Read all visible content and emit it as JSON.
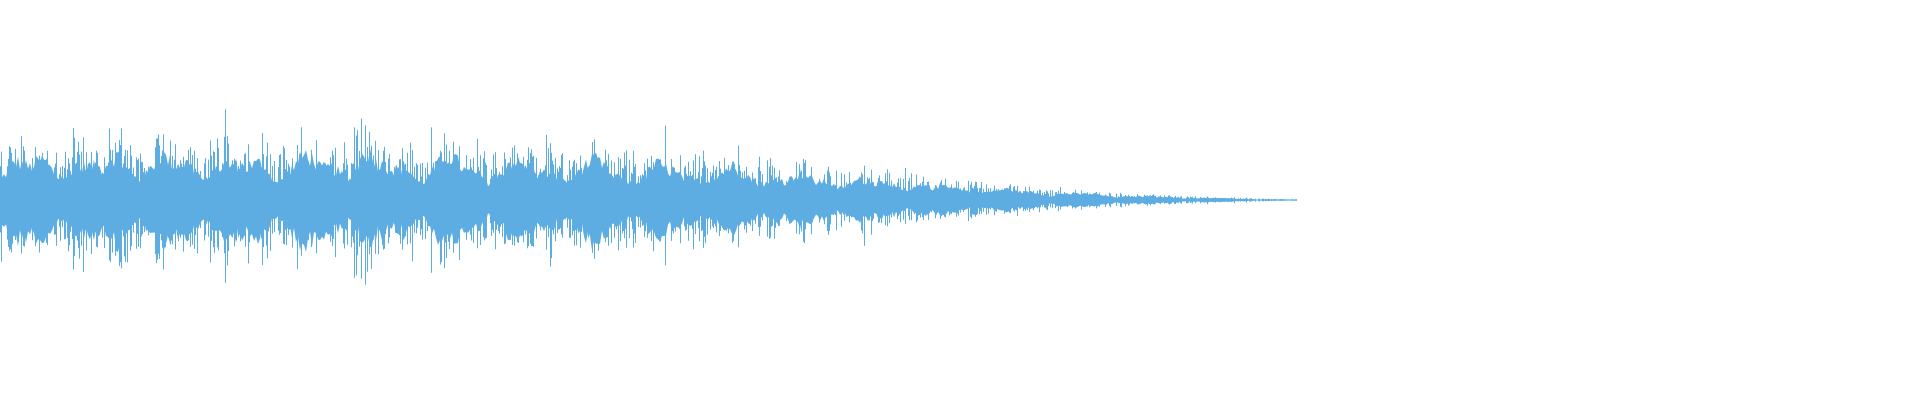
{
  "waveform": {
    "color": "#5dade2",
    "background": "#ffffff",
    "peak_level": 1.0,
    "envelope": [
      0.6,
      0.78,
      0.55,
      0.7,
      0.48,
      0.74,
      0.66,
      0.52,
      0.8,
      0.58,
      0.62,
      0.84,
      0.57,
      0.69,
      0.5,
      0.76,
      0.63,
      0.55,
      0.72,
      0.49,
      0.67,
      0.81,
      0.54,
      0.64,
      0.58,
      0.99,
      0.61,
      0.52,
      0.7,
      0.47,
      0.66,
      0.74,
      0.51,
      0.6,
      0.45,
      0.72,
      0.57,
      0.49,
      0.64,
      0.43,
      0.58,
      0.68,
      0.46,
      0.55,
      0.41,
      0.63,
      0.5,
      0.44,
      0.59,
      0.4,
      0.55,
      0.48,
      0.38,
      0.52,
      0.35,
      0.46,
      0.32,
      0.42,
      0.3,
      0.38,
      0.27,
      0.34,
      0.24,
      0.3,
      0.21,
      0.26,
      0.19,
      0.22,
      0.17,
      0.19,
      0.14,
      0.16,
      0.12,
      0.13,
      0.1,
      0.11,
      0.09,
      0.08,
      0.07,
      0.06,
      0.05,
      0.045,
      0.04,
      0.035,
      0.03,
      0.025,
      0.02,
      0.015,
      0.012,
      0.01
    ],
    "active_fraction": 0.675
  }
}
